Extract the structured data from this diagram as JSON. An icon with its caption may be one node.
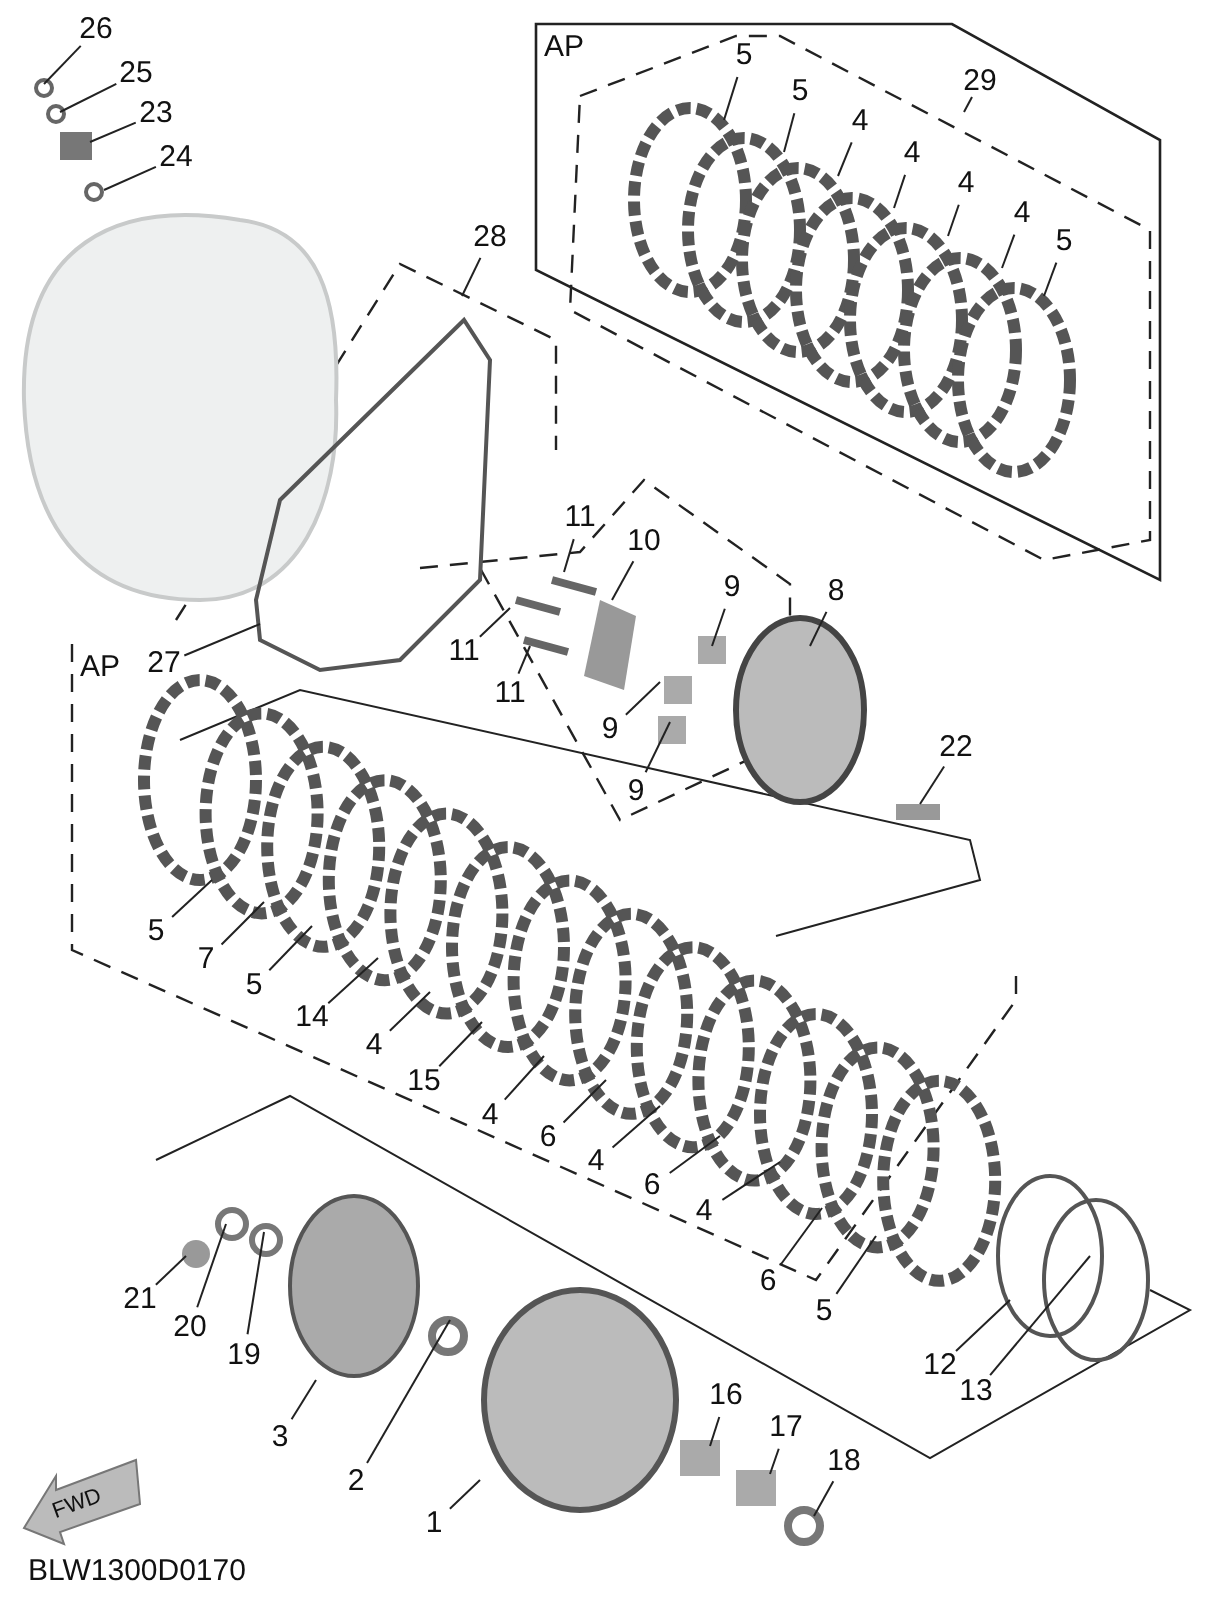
{
  "diagram": {
    "nodes": [
      {
        "text": [
          "26"
        ]
      },
      {
        "text": [
          "25"
        ]
      },
      {
        "text": [
          "23"
        ]
      },
      {
        "text": [
          "24"
        ]
      },
      {
        "text": [
          "5"
        ]
      },
      {
        "text": [
          "5"
        ]
      },
      {
        "text": [
          "29"
        ]
      },
      {
        "text": [
          "4"
        ]
      },
      {
        "text": [
          "4"
        ]
      },
      {
        "text": [
          "4"
        ]
      },
      {
        "text": [
          "4"
        ]
      },
      {
        "text": [
          "5"
        ]
      },
      {
        "text": [
          "28"
        ]
      },
      {
        "text": [
          "11"
        ]
      },
      {
        "text": [
          "10"
        ]
      },
      {
        "text": [
          "9"
        ]
      },
      {
        "text": [
          "8"
        ]
      },
      {
        "text": [
          "11"
        ]
      },
      {
        "text": [
          "27"
        ]
      },
      {
        "text": [
          "11"
        ]
      },
      {
        "text": [
          "9"
        ]
      },
      {
        "text": [
          "9"
        ]
      },
      {
        "text": [
          "22"
        ]
      },
      {
        "text": [
          "5"
        ]
      },
      {
        "text": [
          "7"
        ]
      },
      {
        "text": [
          "5"
        ]
      },
      {
        "text": [
          "14"
        ]
      },
      {
        "text": [
          "4"
        ]
      },
      {
        "text": [
          "15"
        ]
      },
      {
        "text": [
          "4"
        ]
      },
      {
        "text": [
          "6"
        ]
      },
      {
        "text": [
          "4"
        ]
      },
      {
        "text": [
          "6"
        ]
      },
      {
        "text": [
          "4"
        ]
      },
      {
        "text": [
          "6"
        ]
      },
      {
        "text": [
          "5"
        ]
      },
      {
        "text": [
          "21"
        ]
      },
      {
        "text": [
          "20"
        ]
      },
      {
        "text": [
          "19"
        ]
      },
      {
        "text": [
          "3"
        ]
      },
      {
        "text": [
          "12"
        ]
      },
      {
        "text": [
          "13"
        ]
      },
      {
        "text": [
          "2"
        ]
      },
      {
        "text": [
          "16"
        ]
      },
      {
        "text": [
          "17"
        ]
      },
      {
        "text": [
          "1"
        ]
      },
      {
        "text": [
          "18"
        ]
      }
    ],
    "edges": [
      {
        "from": 0,
        "to": null,
        "arrow": "none"
      },
      {
        "from": 1,
        "to": null,
        "arrow": "none"
      },
      {
        "from": 2,
        "to": null,
        "arrow": "none"
      },
      {
        "from": 3,
        "to": null,
        "arrow": "none"
      },
      {
        "from": 4,
        "to": null,
        "arrow": "none"
      },
      {
        "from": 5,
        "to": null,
        "arrow": "none"
      },
      {
        "from": 6,
        "to": null,
        "arrow": "none"
      },
      {
        "from": 7,
        "to": null,
        "arrow": "none"
      },
      {
        "from": 8,
        "to": null,
        "arrow": "none"
      },
      {
        "from": 9,
        "to": null,
        "arrow": "none"
      },
      {
        "from": 10,
        "to": null,
        "arrow": "none"
      },
      {
        "from": 11,
        "to": null,
        "arrow": "none"
      },
      {
        "from": 12,
        "to": null,
        "arrow": "none"
      },
      {
        "from": 13,
        "to": null,
        "arrow": "none"
      },
      {
        "from": 14,
        "to": null,
        "arrow": "none"
      },
      {
        "from": 15,
        "to": null,
        "arrow": "none"
      },
      {
        "from": 16,
        "to": null,
        "arrow": "none"
      },
      {
        "from": 17,
        "to": null,
        "arrow": "none"
      },
      {
        "from": 18,
        "to": null,
        "arrow": "none"
      },
      {
        "from": 19,
        "to": null,
        "arrow": "none"
      },
      {
        "from": 20,
        "to": null,
        "arrow": "none"
      },
      {
        "from": 21,
        "to": null,
        "arrow": "none"
      },
      {
        "from": 22,
        "to": null,
        "arrow": "none"
      },
      {
        "from": 23,
        "to": null,
        "arrow": "none"
      },
      {
        "from": 24,
        "to": null,
        "arrow": "none"
      },
      {
        "from": 25,
        "to": null,
        "arrow": "none"
      },
      {
        "from": 26,
        "to": null,
        "arrow": "none"
      },
      {
        "from": 27,
        "to": null,
        "arrow": "none"
      },
      {
        "from": 28,
        "to": null,
        "arrow": "none"
      },
      {
        "from": 29,
        "to": null,
        "arrow": "none"
      },
      {
        "from": 30,
        "to": null,
        "arrow": "none"
      },
      {
        "from": 31,
        "to": null,
        "arrow": "none"
      },
      {
        "from": 32,
        "to": null,
        "arrow": "none"
      },
      {
        "from": 33,
        "to": null,
        "arrow": "none"
      },
      {
        "from": 34,
        "to": null,
        "arrow": "none"
      },
      {
        "from": 35,
        "to": null,
        "arrow": "none"
      },
      {
        "from": 36,
        "to": null,
        "arrow": "none"
      },
      {
        "from": 37,
        "to": null,
        "arrow": "none"
      },
      {
        "from": 38,
        "to": null,
        "arrow": "none"
      },
      {
        "from": 39,
        "to": null,
        "arrow": "none"
      },
      {
        "from": 40,
        "to": null,
        "arrow": "none"
      },
      {
        "from": 41,
        "to": null,
        "arrow": "none"
      },
      {
        "from": 42,
        "to": null,
        "arrow": "none"
      },
      {
        "from": 43,
        "to": null,
        "arrow": "none"
      },
      {
        "from": 44,
        "to": null,
        "arrow": "none"
      },
      {
        "from": 45,
        "to": null,
        "arrow": "none"
      },
      {
        "from": 46,
        "to": null,
        "arrow": "none"
      }
    ],
    "labels": [
      "AP",
      "AP",
      "FWD",
      "BLW1300D0170"
    ]
  }
}
